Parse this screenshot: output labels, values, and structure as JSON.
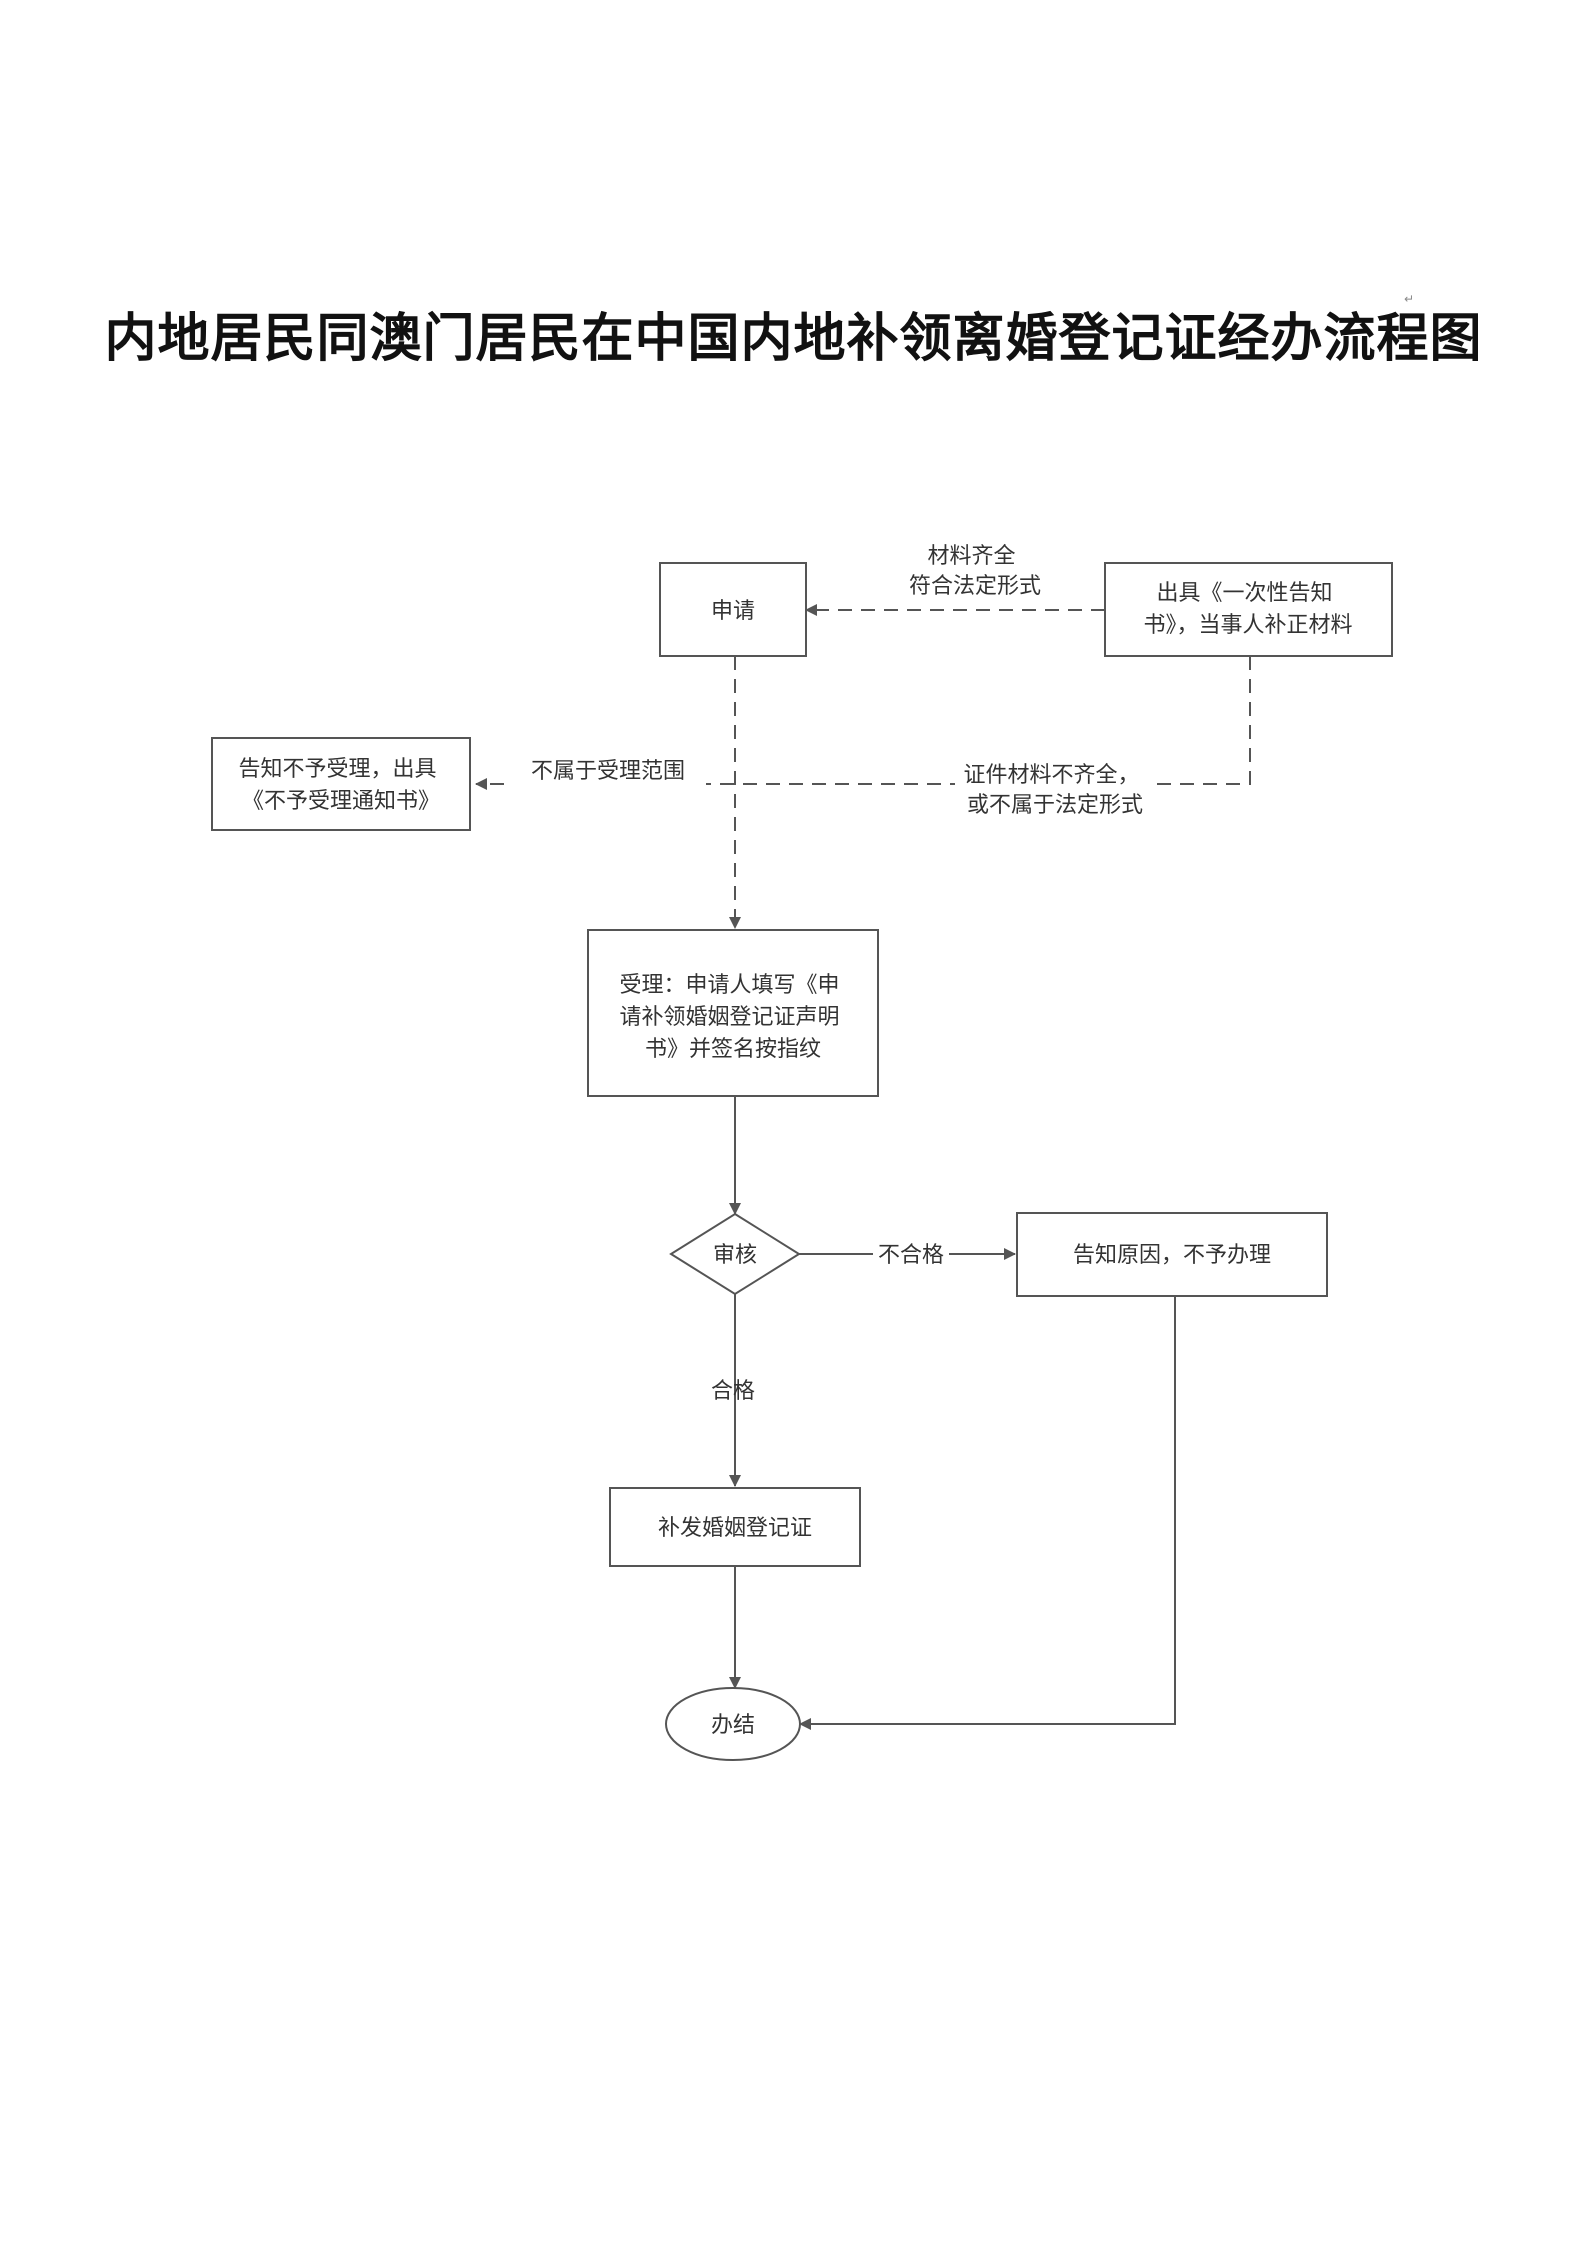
{
  "title": "内地居民同澳门居民在中国内地补领离婚登记证经办流程图",
  "paragraph_mark": "↵",
  "colors": {
    "stroke": "#555555",
    "text": "#333333",
    "title": "#111111"
  },
  "nodes": {
    "apply": "申请",
    "notice": [
      "出具《一次性告知",
      "书》，当事人补正材料"
    ],
    "reject_scope": [
      "告知不予受理，出具",
      "《不予受理通知书》"
    ],
    "accept": [
      "受理：申请人填写《申",
      "请补领婚姻登记证声明",
      "书》并签名按指纹"
    ],
    "review": "审核",
    "inform_reason": "告知原因，不予办理",
    "reissue": "补发婚姻登记证",
    "end": "办结"
  },
  "edge_labels": {
    "materials_complete": [
      "材料齐全",
      "符合法定形式"
    ],
    "out_of_scope": "不属于受理范围",
    "incomplete": [
      "证件材料不齐全，",
      "或不属于法定形式"
    ],
    "fail": "不合格",
    "pass": "合格"
  }
}
